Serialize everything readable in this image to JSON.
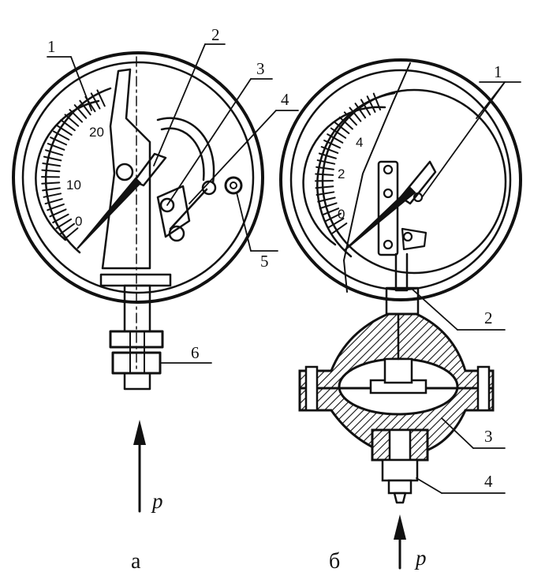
{
  "gauge_a": {
    "scale_labels": [
      "20",
      "10",
      "0"
    ],
    "callouts": [
      "1",
      "2",
      "3",
      "4",
      "5",
      "6"
    ],
    "caption": "а",
    "pressure_label": "p"
  },
  "gauge_b": {
    "scale_labels": [
      "4",
      "2",
      "0"
    ],
    "callouts": [
      "1",
      "2",
      "3",
      "4"
    ],
    "caption": "б",
    "pressure_label": "p"
  }
}
